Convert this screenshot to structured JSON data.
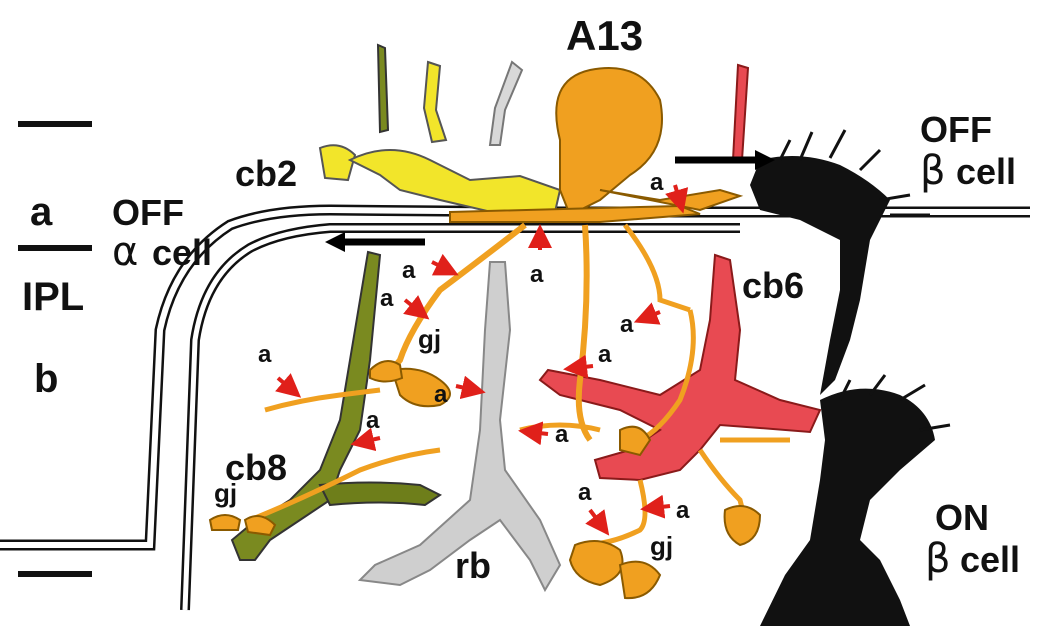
{
  "title": "A13",
  "layers": {
    "top": "a",
    "middle": "IPL",
    "bottom": "b"
  },
  "cells": {
    "off_alpha": {
      "line1": "OFF",
      "greek": "α",
      "word": "cell"
    },
    "off_beta": {
      "line1": "OFF",
      "greek": "β",
      "word": "cell"
    },
    "on_beta": {
      "line1": "ON",
      "greek": "β",
      "word": "cell"
    },
    "cb2": "cb2",
    "cb6": "cb6",
    "cb8": "cb8",
    "rb": "rb"
  },
  "annotations": {
    "a": "a",
    "gj": "gj"
  },
  "colors": {
    "a13": "#f0a020",
    "cb2": "#f2e52a",
    "cb6": "#e84a52",
    "cb8": "#7a8a20",
    "rb": "#c8c8c8",
    "beta": "#111111",
    "arrow_red": "#e0201a",
    "arrow_black": "#000000"
  }
}
